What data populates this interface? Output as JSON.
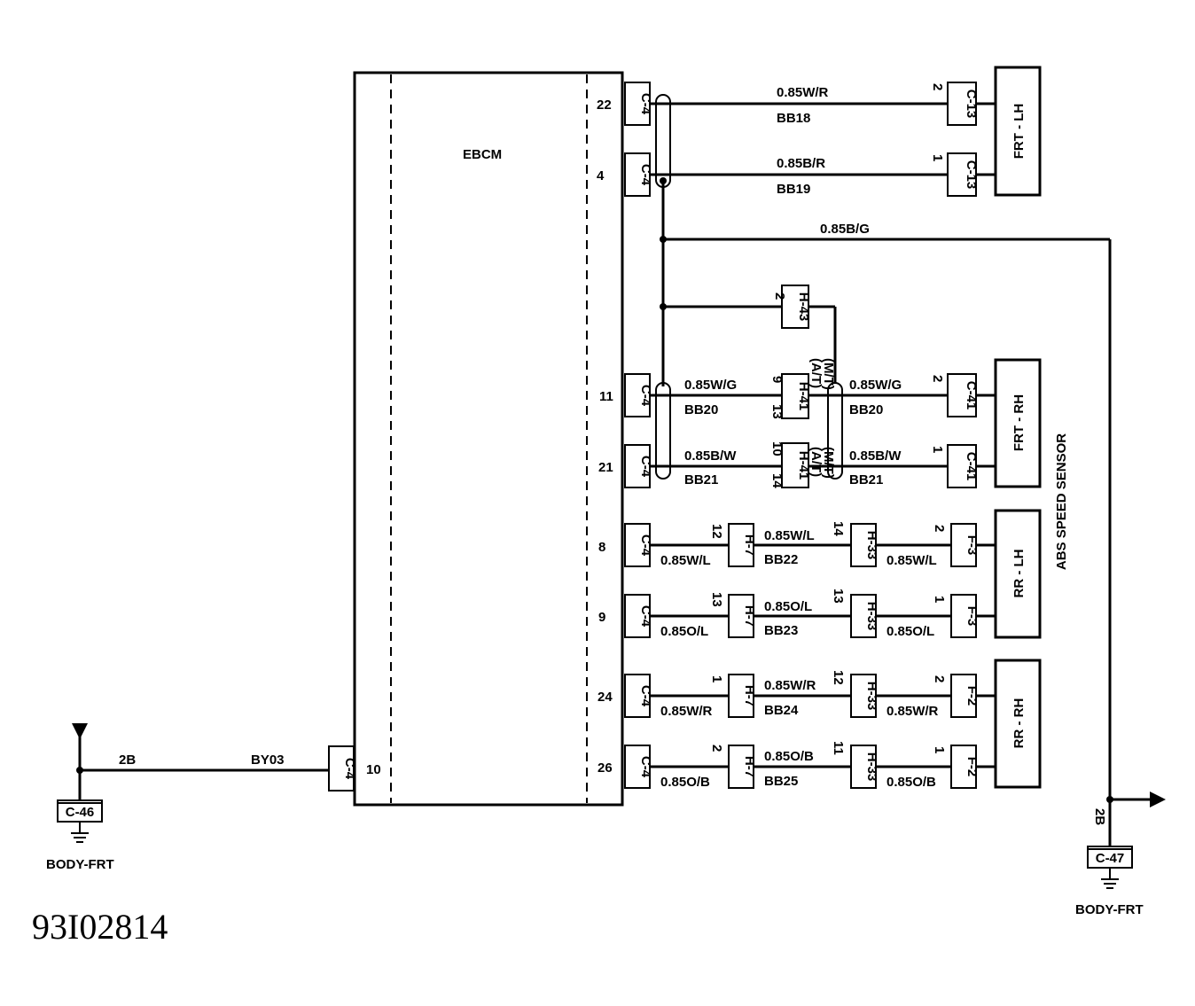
{
  "ecu": {
    "label": "EBCM",
    "ground_pin": "10",
    "ground_connector": "C-4",
    "ground_wire": "BY03"
  },
  "ground_left": {
    "gauge": "2B",
    "connector": "C-46",
    "location": "BODY-FRT"
  },
  "ground_right": {
    "gauge": "2B",
    "connector": "C-47",
    "location": "BODY-FRT"
  },
  "shield": {
    "wire": "0.85B/G",
    "connector": "H-43",
    "pin": "2"
  },
  "group_label": "ABS SPEED SENSOR",
  "ecu_connector": "C-4",
  "sensors": {
    "frt_lh": "FRT - LH",
    "frt_rh": "FRT - RH",
    "rr_lh": "RR - LH",
    "rr_rh": "RR - RH"
  },
  "circuits": [
    {
      "pin": "22",
      "wire": "0.85W/R",
      "code": "BB18",
      "sensor_conn": "C-13",
      "sensor_pin": "2"
    },
    {
      "pin": "4",
      "wire": "0.85B/R",
      "code": "BB19",
      "sensor_conn": "C-13",
      "sensor_pin": "1"
    },
    {
      "pin": "11",
      "wire": "0.85W/G",
      "code": "BB20",
      "mid_conn": "H-41",
      "mid_pin_a": "9",
      "mid_pin_b": "13",
      "wire_out": "0.85W/G",
      "code_out": "BB20",
      "sensor_conn": "C-41",
      "sensor_pin": "2"
    },
    {
      "pin": "21",
      "wire": "0.85B/W",
      "code": "BB21",
      "mid_conn": "H-41",
      "mid_pin_a": "10",
      "mid_pin_b": "14",
      "wire_out": "0.85B/W",
      "code_out": "BB21",
      "sensor_conn": "C-41",
      "sensor_pin": "1"
    },
    {
      "pin": "8",
      "wire": "0.85W/L",
      "conn1": "H-7",
      "conn1_pin": "12",
      "wire_mid": "0.85W/L",
      "code": "BB22",
      "conn2": "H-33",
      "conn2_pin": "14",
      "wire_out": "0.85W/L",
      "sensor_conn": "F-3",
      "sensor_pin": "2"
    },
    {
      "pin": "9",
      "wire": "0.85O/L",
      "conn1": "H-7",
      "conn1_pin": "13",
      "wire_mid": "0.85O/L",
      "code": "BB23",
      "conn2": "H-33",
      "conn2_pin": "13",
      "wire_out": "0.85O/L",
      "sensor_conn": "F-3",
      "sensor_pin": "1"
    },
    {
      "pin": "24",
      "wire": "0.85W/R",
      "conn1": "H-7",
      "conn1_pin": "1",
      "wire_mid": "0.85W/R",
      "code": "BB24",
      "conn2": "H-33",
      "conn2_pin": "12",
      "wire_out": "0.85W/R",
      "sensor_conn": "F-2",
      "sensor_pin": "2"
    },
    {
      "pin": "26",
      "wire": "0.85O/B",
      "conn1": "H-7",
      "conn1_pin": "2",
      "wire_mid": "0.85O/B",
      "code": "BB25",
      "conn2": "H-33",
      "conn2_pin": "11",
      "wire_out": "0.85O/B",
      "sensor_conn": "F-2",
      "sensor_pin": "1"
    }
  ],
  "at_labels": [
    "(A/T)",
    "(M/T)",
    "(A/T)",
    "(M/T)"
  ],
  "figure_id": "93I02814"
}
